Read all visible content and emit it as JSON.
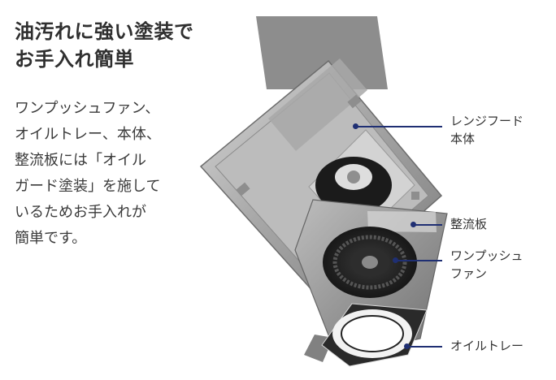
{
  "heading": "油汚れに強い塗装で\nお手入れ簡単",
  "description": "ワンプッシュファン、\nオイルトレー、本体、\n整流板には「オイル\nガード塗装」を施して\nいるためお手入れが\n簡単です。",
  "callouts": {
    "range_hood_body": "レンジフード\n本体",
    "rectifier_plate": "整流板",
    "one_push_fan": "ワンプッシュ\nファン",
    "oil_tray": "オイルトレー"
  },
  "colors": {
    "callout": "#1f2f73",
    "text": "#333333"
  }
}
